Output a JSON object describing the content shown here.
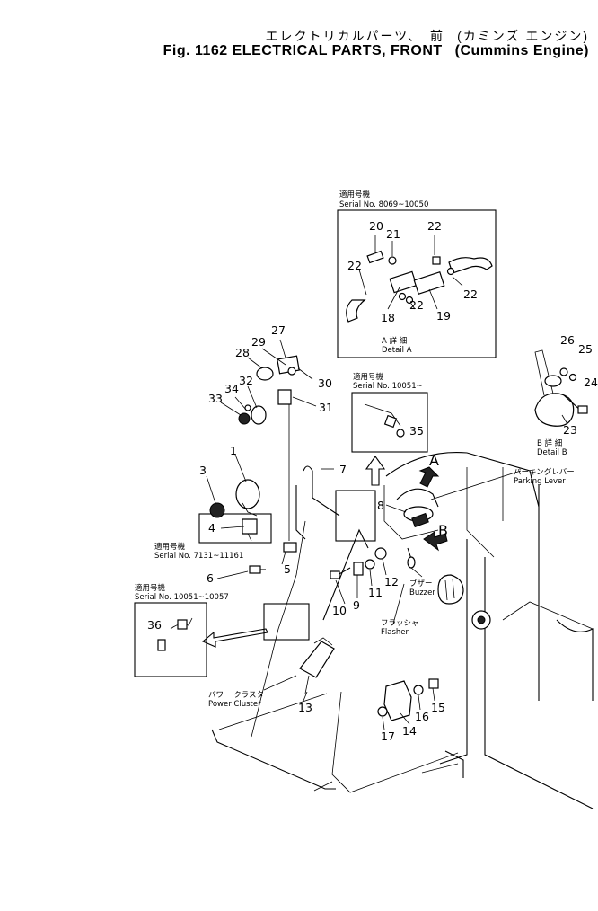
{
  "title": {
    "jp_main": "エレクトリカルパーツ、　前",
    "jp_sub": "(カミンズ エンジン)",
    "en_main": "Fig. 1162 ELECTRICAL PARTS, FRONT",
    "en_sub": "(Cummins Engine)"
  },
  "detail_a": {
    "serial_jp": "適用号機",
    "serial": "Serial No. 8069~10050",
    "caption_jp": "A 詳 細",
    "caption": "Detail A",
    "parts": [
      "18",
      "19",
      "20",
      "21",
      "22",
      "22",
      "22",
      "22"
    ]
  },
  "detail_b": {
    "caption_jp": "B 詳 細",
    "caption": "Detail B",
    "parts": [
      "23",
      "24",
      "25",
      "26"
    ]
  },
  "inset_35": {
    "serial_jp": "適用号機",
    "serial": "Serial No. 10051~",
    "part": "35"
  },
  "inset_36": {
    "serial_jp": "適用号機",
    "serial": "Serial No. 10051~10057",
    "part": "36"
  },
  "inset_4": {
    "serial_jp": "適用号機",
    "serial": "Serial No. 7131~11161"
  },
  "callouts": {
    "parking_lever_jp": "パーキングレバー",
    "parking_lever": "Parking Lever",
    "buzzer_jp": "ブザー",
    "buzzer": "Buzzer",
    "flasher_jp": "フラッシャ",
    "flasher": "Flasher",
    "power_cluster_jp": "パワー クラスタ",
    "power_cluster": "Power Cluster",
    "arrow_a": "A",
    "arrow_b": "B"
  },
  "part_numbers": [
    "1",
    "3",
    "4",
    "5",
    "6",
    "7",
    "8",
    "9",
    "10",
    "11",
    "12",
    "13",
    "14",
    "15",
    "16",
    "17",
    "27",
    "28",
    "29",
    "30",
    "31",
    "32",
    "33",
    "34"
  ]
}
